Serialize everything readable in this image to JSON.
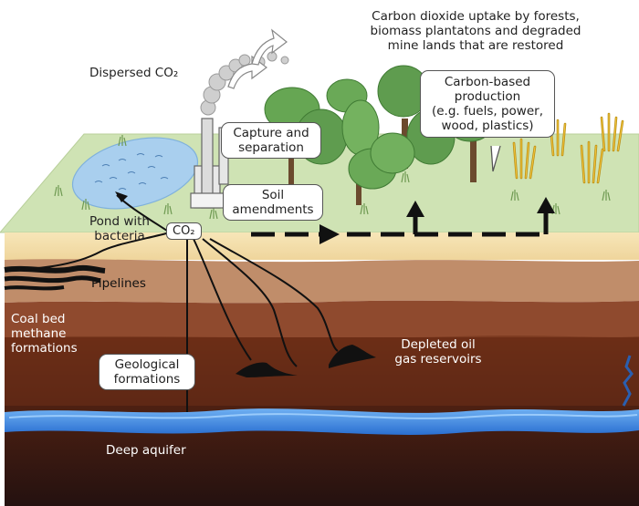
{
  "labels": {
    "uptake_line1": "Carbon dioxide uptake by forests,",
    "uptake_line2": "biomass plantatons and degraded",
    "uptake_line3": "mine lands that are restored",
    "dispersed": "Dispersed CO₂",
    "capture_line1": "Capture and",
    "capture_line2": "separation",
    "soil_line1": "Soil",
    "soil_line2": "amendments",
    "carbon_line1": "Carbon-based",
    "carbon_line2": "production",
    "carbon_line3": "(e.g. fuels, power,",
    "carbon_line4": "wood, plastics)",
    "pond_line1": "Pond with",
    "pond_line2": "bacteria",
    "co2": "CO₂",
    "pipelines": "Pipelines",
    "coal_line1": "Coal bed",
    "coal_line2": "methane",
    "coal_line3": "formations",
    "geo_line1": "Geological",
    "geo_line2": "formations",
    "depleted_line1": "Depleted oil",
    "depleted_line2": "gas reservoirs",
    "aquifer": "Deep aquifer"
  },
  "colors": {
    "grass": "#cfe3b4",
    "topsoil": "#f2dca6",
    "layer_tan": "#c08d6a",
    "layer_brown": "#8f4a2e",
    "layer_dark": "#5a2414",
    "layer_deep": "#2e1510",
    "water": "#3b86e0",
    "tree": "#5f9c4f",
    "pond": "#a9cfee"
  }
}
